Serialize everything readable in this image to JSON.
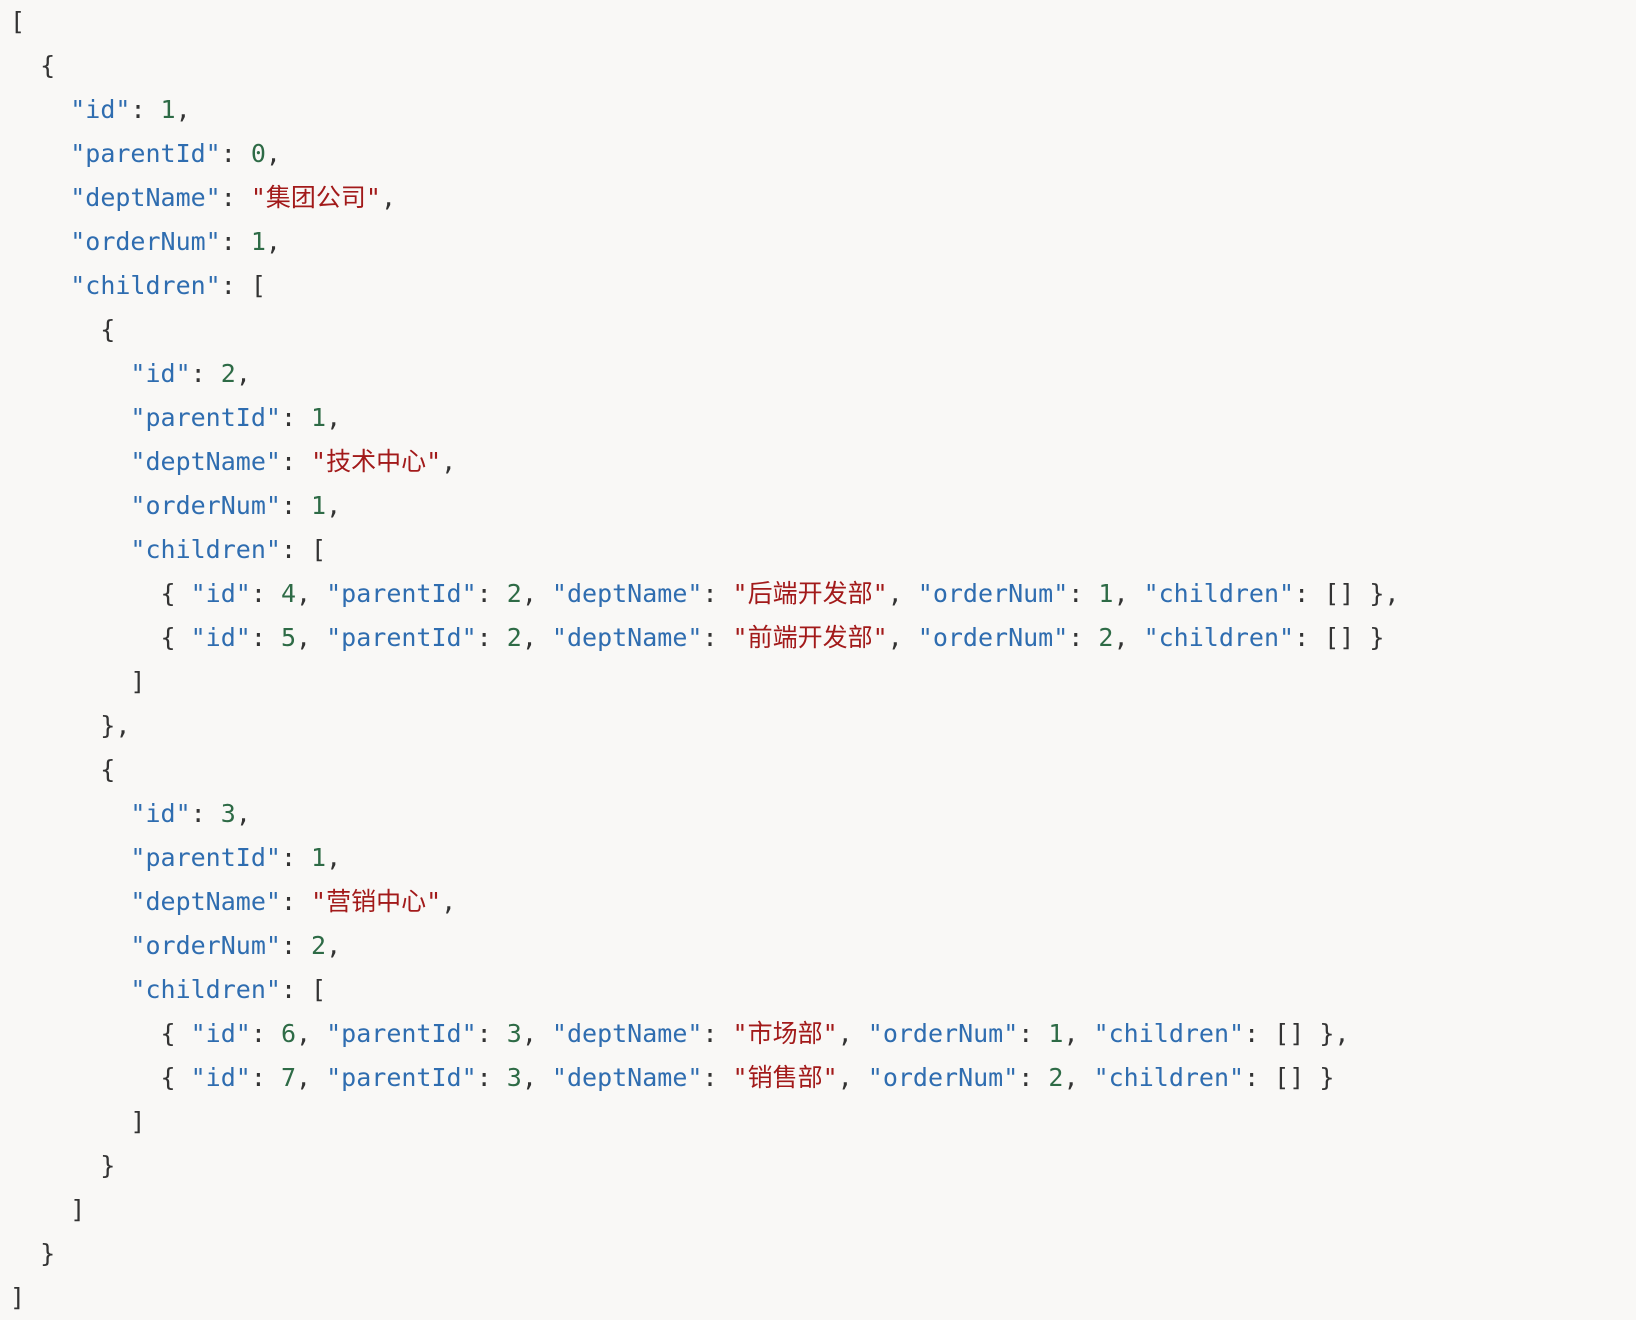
{
  "code": {
    "language": "json",
    "colors": {
      "background": "#f9f8f6",
      "key": "#2f6db0",
      "string": "#a21a1a",
      "number": "#2e6b46",
      "punctuation": "#333333"
    },
    "lines": [
      [
        [
          "p",
          "["
        ]
      ],
      [
        [
          "p",
          "  {"
        ]
      ],
      [
        [
          "p",
          "    "
        ],
        [
          "k",
          "\"id\""
        ],
        [
          "p",
          ": "
        ],
        [
          "n",
          "1"
        ],
        [
          "p",
          ","
        ]
      ],
      [
        [
          "p",
          "    "
        ],
        [
          "k",
          "\"parentId\""
        ],
        [
          "p",
          ": "
        ],
        [
          "n",
          "0"
        ],
        [
          "p",
          ","
        ]
      ],
      [
        [
          "p",
          "    "
        ],
        [
          "k",
          "\"deptName\""
        ],
        [
          "p",
          ": "
        ],
        [
          "s",
          "\"集团公司\""
        ],
        [
          "p",
          ","
        ]
      ],
      [
        [
          "p",
          "    "
        ],
        [
          "k",
          "\"orderNum\""
        ],
        [
          "p",
          ": "
        ],
        [
          "n",
          "1"
        ],
        [
          "p",
          ","
        ]
      ],
      [
        [
          "p",
          "    "
        ],
        [
          "k",
          "\"children\""
        ],
        [
          "p",
          ": ["
        ]
      ],
      [
        [
          "p",
          "      {"
        ]
      ],
      [
        [
          "p",
          "        "
        ],
        [
          "k",
          "\"id\""
        ],
        [
          "p",
          ": "
        ],
        [
          "n",
          "2"
        ],
        [
          "p",
          ","
        ]
      ],
      [
        [
          "p",
          "        "
        ],
        [
          "k",
          "\"parentId\""
        ],
        [
          "p",
          ": "
        ],
        [
          "n",
          "1"
        ],
        [
          "p",
          ","
        ]
      ],
      [
        [
          "p",
          "        "
        ],
        [
          "k",
          "\"deptName\""
        ],
        [
          "p",
          ": "
        ],
        [
          "s",
          "\"技术中心\""
        ],
        [
          "p",
          ","
        ]
      ],
      [
        [
          "p",
          "        "
        ],
        [
          "k",
          "\"orderNum\""
        ],
        [
          "p",
          ": "
        ],
        [
          "n",
          "1"
        ],
        [
          "p",
          ","
        ]
      ],
      [
        [
          "p",
          "        "
        ],
        [
          "k",
          "\"children\""
        ],
        [
          "p",
          ": ["
        ]
      ],
      [
        [
          "p",
          "          { "
        ],
        [
          "k",
          "\"id\""
        ],
        [
          "p",
          ": "
        ],
        [
          "n",
          "4"
        ],
        [
          "p",
          ", "
        ],
        [
          "k",
          "\"parentId\""
        ],
        [
          "p",
          ": "
        ],
        [
          "n",
          "2"
        ],
        [
          "p",
          ", "
        ],
        [
          "k",
          "\"deptName\""
        ],
        [
          "p",
          ": "
        ],
        [
          "s",
          "\"后端开发部\""
        ],
        [
          "p",
          ", "
        ],
        [
          "k",
          "\"orderNum\""
        ],
        [
          "p",
          ": "
        ],
        [
          "n",
          "1"
        ],
        [
          "p",
          ", "
        ],
        [
          "k",
          "\"children\""
        ],
        [
          "p",
          ": [] },"
        ]
      ],
      [
        [
          "p",
          "          { "
        ],
        [
          "k",
          "\"id\""
        ],
        [
          "p",
          ": "
        ],
        [
          "n",
          "5"
        ],
        [
          "p",
          ", "
        ],
        [
          "k",
          "\"parentId\""
        ],
        [
          "p",
          ": "
        ],
        [
          "n",
          "2"
        ],
        [
          "p",
          ", "
        ],
        [
          "k",
          "\"deptName\""
        ],
        [
          "p",
          ": "
        ],
        [
          "s",
          "\"前端开发部\""
        ],
        [
          "p",
          ", "
        ],
        [
          "k",
          "\"orderNum\""
        ],
        [
          "p",
          ": "
        ],
        [
          "n",
          "2"
        ],
        [
          "p",
          ", "
        ],
        [
          "k",
          "\"children\""
        ],
        [
          "p",
          ": [] }"
        ]
      ],
      [
        [
          "p",
          "        ]"
        ]
      ],
      [
        [
          "p",
          "      },"
        ]
      ],
      [
        [
          "p",
          "      {"
        ]
      ],
      [
        [
          "p",
          "        "
        ],
        [
          "k",
          "\"id\""
        ],
        [
          "p",
          ": "
        ],
        [
          "n",
          "3"
        ],
        [
          "p",
          ","
        ]
      ],
      [
        [
          "p",
          "        "
        ],
        [
          "k",
          "\"parentId\""
        ],
        [
          "p",
          ": "
        ],
        [
          "n",
          "1"
        ],
        [
          "p",
          ","
        ]
      ],
      [
        [
          "p",
          "        "
        ],
        [
          "k",
          "\"deptName\""
        ],
        [
          "p",
          ": "
        ],
        [
          "s",
          "\"营销中心\""
        ],
        [
          "p",
          ","
        ]
      ],
      [
        [
          "p",
          "        "
        ],
        [
          "k",
          "\"orderNum\""
        ],
        [
          "p",
          ": "
        ],
        [
          "n",
          "2"
        ],
        [
          "p",
          ","
        ]
      ],
      [
        [
          "p",
          "        "
        ],
        [
          "k",
          "\"children\""
        ],
        [
          "p",
          ": ["
        ]
      ],
      [
        [
          "p",
          "          { "
        ],
        [
          "k",
          "\"id\""
        ],
        [
          "p",
          ": "
        ],
        [
          "n",
          "6"
        ],
        [
          "p",
          ", "
        ],
        [
          "k",
          "\"parentId\""
        ],
        [
          "p",
          ": "
        ],
        [
          "n",
          "3"
        ],
        [
          "p",
          ", "
        ],
        [
          "k",
          "\"deptName\""
        ],
        [
          "p",
          ": "
        ],
        [
          "s",
          "\"市场部\""
        ],
        [
          "p",
          ", "
        ],
        [
          "k",
          "\"orderNum\""
        ],
        [
          "p",
          ": "
        ],
        [
          "n",
          "1"
        ],
        [
          "p",
          ", "
        ],
        [
          "k",
          "\"children\""
        ],
        [
          "p",
          ": [] },"
        ]
      ],
      [
        [
          "p",
          "          { "
        ],
        [
          "k",
          "\"id\""
        ],
        [
          "p",
          ": "
        ],
        [
          "n",
          "7"
        ],
        [
          "p",
          ", "
        ],
        [
          "k",
          "\"parentId\""
        ],
        [
          "p",
          ": "
        ],
        [
          "n",
          "3"
        ],
        [
          "p",
          ", "
        ],
        [
          "k",
          "\"deptName\""
        ],
        [
          "p",
          ": "
        ],
        [
          "s",
          "\"销售部\""
        ],
        [
          "p",
          ", "
        ],
        [
          "k",
          "\"orderNum\""
        ],
        [
          "p",
          ": "
        ],
        [
          "n",
          "2"
        ],
        [
          "p",
          ", "
        ],
        [
          "k",
          "\"children\""
        ],
        [
          "p",
          ": [] }"
        ]
      ],
      [
        [
          "p",
          "        ]"
        ]
      ],
      [
        [
          "p",
          "      }"
        ]
      ],
      [
        [
          "p",
          "    ]"
        ]
      ],
      [
        [
          "p",
          "  }"
        ]
      ],
      [
        [
          "p",
          "]"
        ]
      ]
    ]
  }
}
